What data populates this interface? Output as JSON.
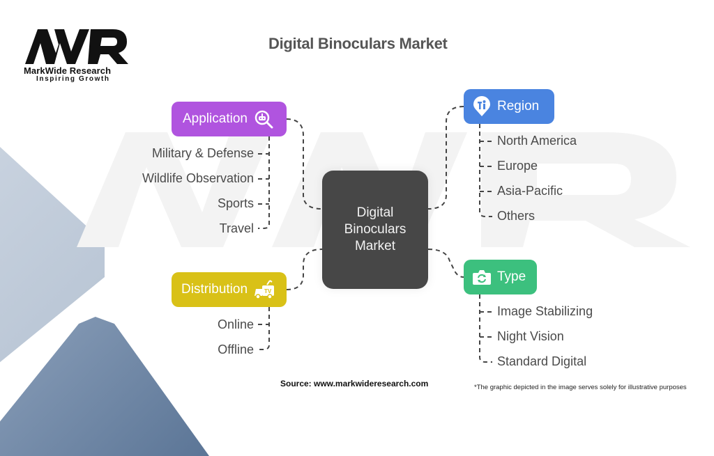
{
  "brand": {
    "logo_mark": "MWR",
    "name": "MarkWide Research",
    "tagline": "Inspiring Growth"
  },
  "title": "Digital Binoculars Market",
  "center_node": {
    "lines": [
      "Digital",
      "Binoculars",
      "Market"
    ],
    "color": "#474747"
  },
  "categories": [
    {
      "label": "Application",
      "icon": "robot-search-icon",
      "color": "#b054df",
      "items": [
        "Military & Defense",
        "Wildlife Observation",
        "Sports",
        "Travel"
      ]
    },
    {
      "label": "Distribution",
      "icon": "tv-truck-icon",
      "color": "#d9c117",
      "items": [
        "Online",
        "Offline"
      ]
    },
    {
      "label": "Region",
      "icon": "map-pin-people-icon",
      "color": "#4a84e0",
      "items": [
        "North America",
        "Europe",
        "Asia-Pacific",
        "Others"
      ]
    },
    {
      "label": "Type",
      "icon": "camera-rotate-icon",
      "color": "#3cc07e",
      "items": [
        "Image Stabilizing",
        "Night Vision",
        "Standard Digital"
      ]
    }
  ],
  "footer": {
    "source": "Source: www.markwideresearch.com",
    "note": "*The graphic depicted in the image serves solely for illustrative purposes"
  }
}
